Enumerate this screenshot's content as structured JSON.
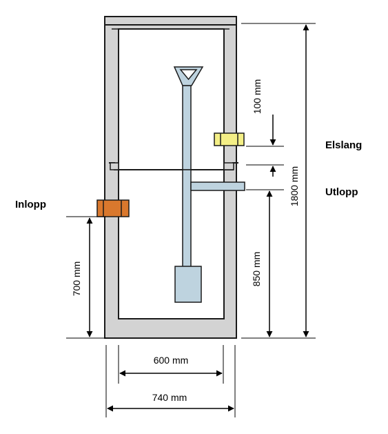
{
  "labels": {
    "elslang": "Elslang",
    "utlopp": "Utlopp",
    "inlopp": "Inlopp"
  },
  "dimensions": {
    "d100": "100 mm",
    "d1800": "1800 mm",
    "d850": "850 mm",
    "d700": "700 mm",
    "d600": "600 mm",
    "d740": "740 mm"
  },
  "colors": {
    "wall": "#d3d3d3",
    "pipe": "#bed3df",
    "inlet": "#d9782d",
    "cable": "#f4ef86",
    "outline": "#1a1a1a"
  }
}
